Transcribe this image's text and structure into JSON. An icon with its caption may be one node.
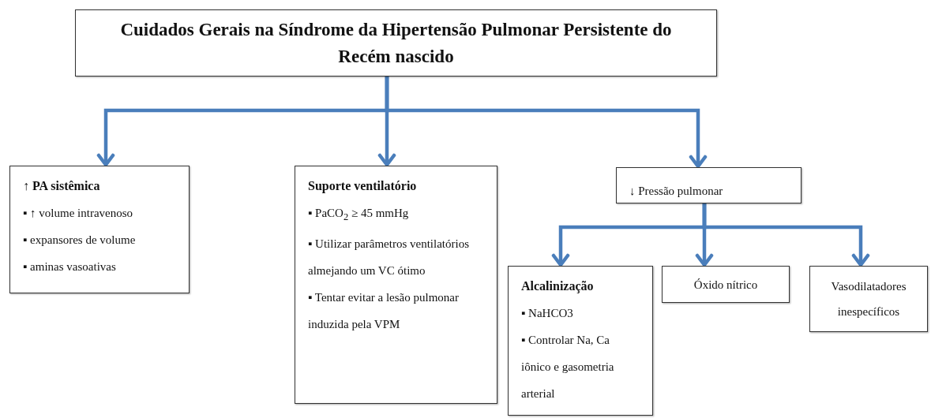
{
  "diagram": {
    "nodes": [
      {
        "text": [
          "Cuidados Gerais na Síndrome da Hipertensão Pulmonar Persistente do Recém nascido"
        ]
      },
      {
        "text": [
          "↑ PA sistêmica",
          "▪ ↑ volume intravenoso",
          "▪ expansores de volume",
          "▪ aminas vasoativas"
        ]
      },
      {
        "text": [
          "Suporte ventilatório",
          "▪ PaCO$_{2}$ ≥ 45 mmHg",
          "▪ Utilizar parâmetros ventilatórios almejando um VC ótimo",
          "▪ Tentar evitar a lesão pulmonar induzida pela VPM"
        ]
      },
      {
        "text": [
          "↓ Pressão pulmonar"
        ]
      },
      {
        "text": [
          "Alcalinização",
          "▪ NaHCO3",
          "▪ Controlar Na, Ca iônico e gasometria arterial"
        ]
      },
      {
        "text": [
          "Óxido nítrico"
        ]
      },
      {
        "text": [
          "Vasodilatadores inespecíficos"
        ]
      }
    ],
    "edges": [
      {
        "from": 0,
        "to": 1,
        "arrow": "to"
      },
      {
        "from": 0,
        "to": 2,
        "arrow": "to"
      },
      {
        "from": 0,
        "to": 3,
        "arrow": "to"
      },
      {
        "from": 3,
        "to": 4,
        "arrow": "to"
      },
      {
        "from": 3,
        "to": 5,
        "arrow": "to"
      },
      {
        "from": 3,
        "to": 6,
        "arrow": "to"
      }
    ]
  }
}
